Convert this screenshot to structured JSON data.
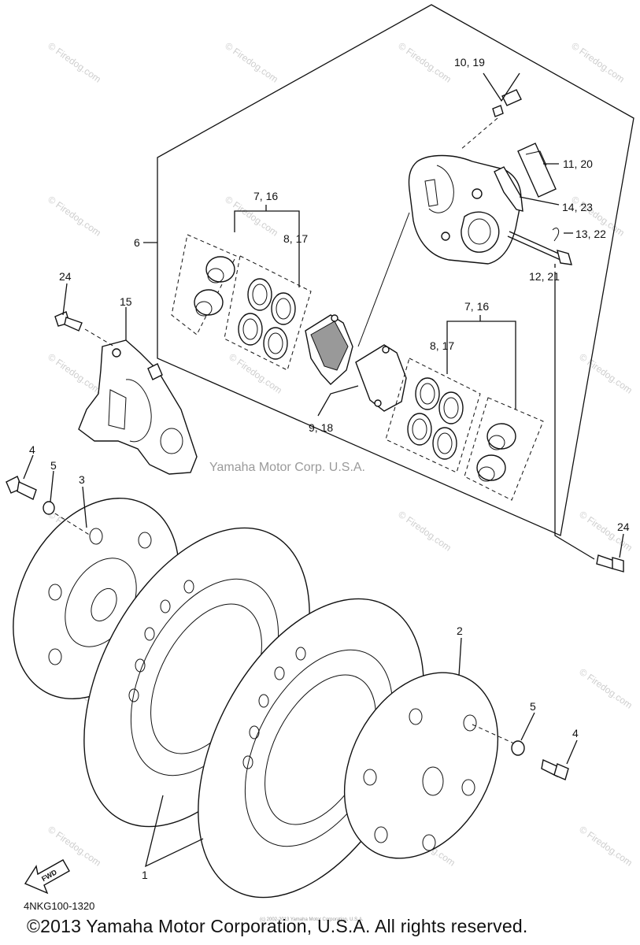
{
  "diagram": {
    "code": "4NKG100-1320",
    "copyright": "©2013 Yamaha Motor Corporation, U.S.A. All rights reserved.",
    "mid_credit": "Yamaha Motor Corp. U.S.A.",
    "center_note": "(c) 2002-2013 Yamaha Motor Corporation, U.S.A.",
    "watermark": "© Firedog.com",
    "fwd_label": "FWD"
  },
  "callouts": {
    "c1": "1",
    "c2": "2",
    "c3": "3",
    "c4a": "4",
    "c4b": "4",
    "c5a": "5",
    "c5b": "5",
    "c6": "6",
    "c7_16a": "7, 16",
    "c7_16b": "7, 16",
    "c8_17a": "8, 17",
    "c8_17b": "8, 17",
    "c9_18": "9, 18",
    "c10_19": "10, 19",
    "c11_20": "11, 20",
    "c12_21": "12, 21",
    "c13_22": "13, 22",
    "c14_23": "14, 23",
    "c15": "15",
    "c24a": "24",
    "c24b": "24"
  }
}
